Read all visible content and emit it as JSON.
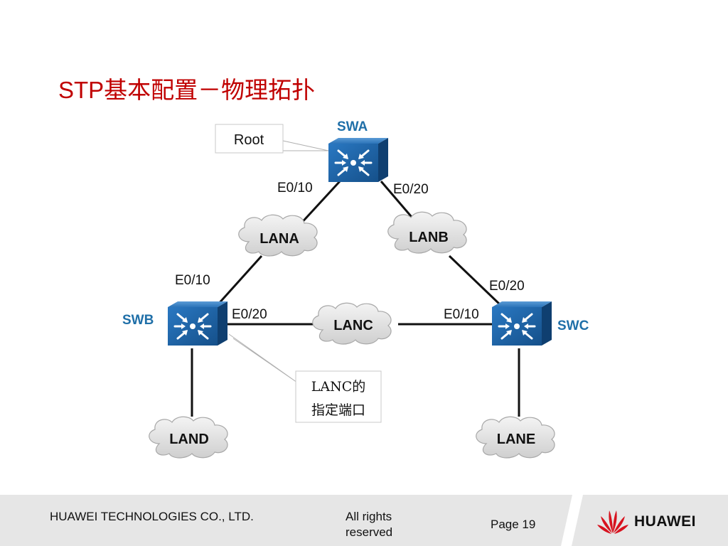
{
  "title": "STP基本配置－物理拓扑",
  "switches": {
    "swa": "SWA",
    "swb": "SWB",
    "swc": "SWC"
  },
  "lans": {
    "lana": "LANA",
    "lanb": "LANB",
    "lanc": "LANC",
    "land": "LAND",
    "lane": "LANE"
  },
  "ports": {
    "swa_e010": "E0/10",
    "swa_e020": "E0/20",
    "swb_e010": "E0/10",
    "swb_e020": "E0/20",
    "swc_e010": "E0/10",
    "swc_e020": "E0/20"
  },
  "callouts": {
    "root": "Root",
    "lanc_designated_line1": "LANC的",
    "lanc_designated_line2": "指定端口"
  },
  "colors": {
    "title": "#c00000",
    "switch_label": "#1f6fa8",
    "switch_body": "#1d64a3",
    "cloud": "#e3e3e3"
  },
  "footer": {
    "company": "HUAWEI TECHNOLOGIES CO., LTD.",
    "rights": "All rights reserved",
    "page": "Page 19",
    "brand": "HUAWEI"
  }
}
